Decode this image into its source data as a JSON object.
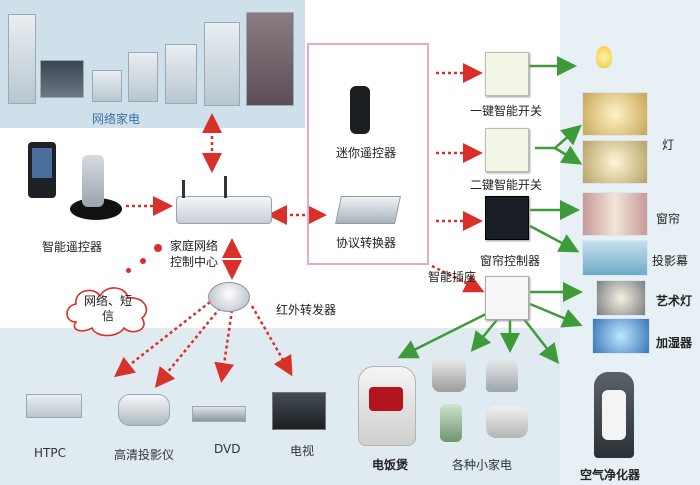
{
  "labels": {
    "network_appliances": "网络家电",
    "smart_remote": "智能遥控器",
    "home_network_line1": "家庭网络",
    "home_network_line2": "控制中心",
    "network_sms_line1": "网络、短",
    "network_sms_line2": "信",
    "ir_forwarder": "红外转发器",
    "mini_remote": "迷你遥控器",
    "protocol_converter": "协议转换器",
    "one_key_switch": "一键智能开关",
    "two_key_switch": "二键智能开关",
    "curtain_controller": "窗帘控制器",
    "smart_socket": "智能插座",
    "light": "灯",
    "curtain": "窗帘",
    "projection_screen": "投影幕",
    "art_lamp": "艺术灯",
    "humidifier": "加湿器",
    "air_purifier": "空气净化器",
    "htpc": "HTPC",
    "hd_projector": "高清投影仪",
    "dvd": "DVD",
    "tv": "电视",
    "rice_cooker": "电饭煲",
    "small_appliances": "各种小家电"
  },
  "colors": {
    "red_arrow": "#d9302a",
    "green_arrow": "#3f9a3a",
    "pink_border": "#e6a9c9",
    "blue_label": "#3a6fa0"
  }
}
